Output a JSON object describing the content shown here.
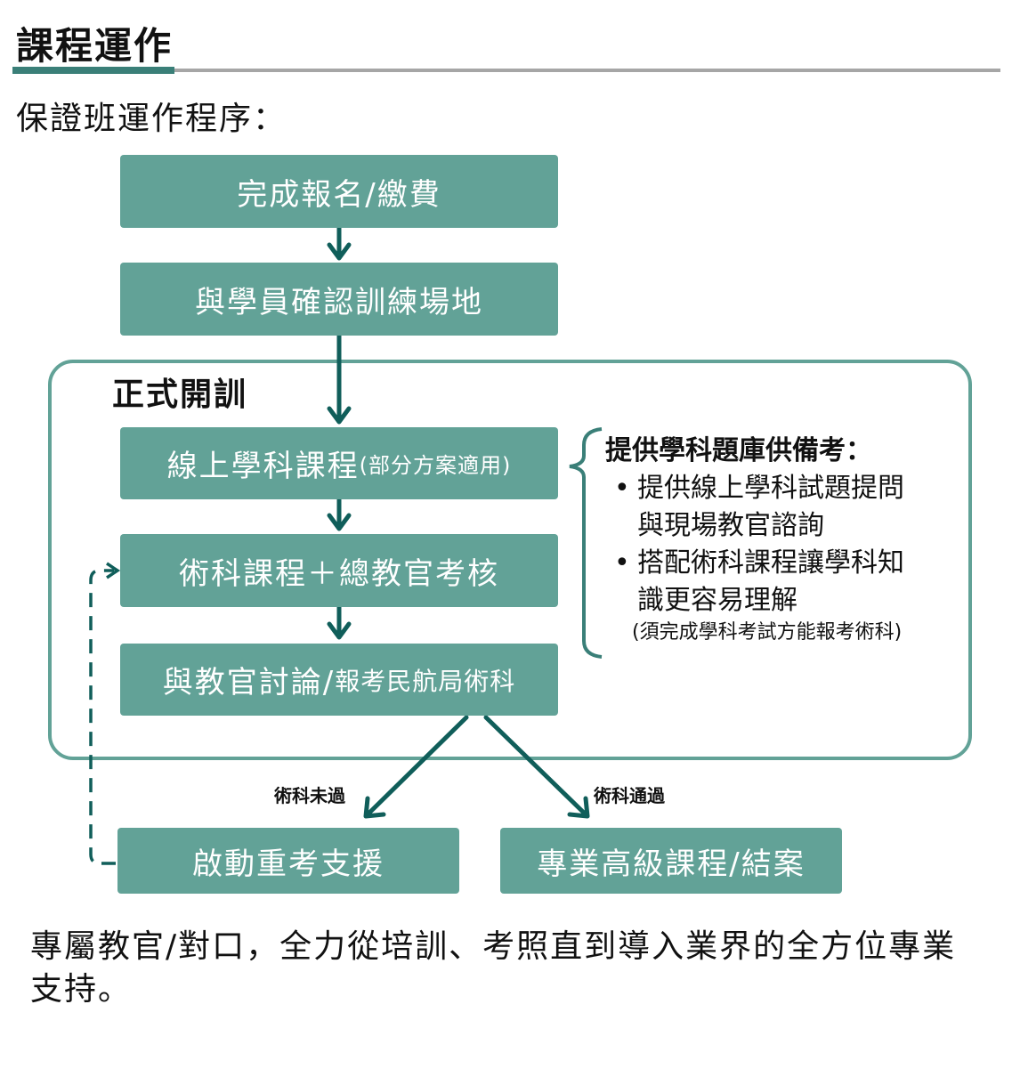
{
  "title": "課程運作",
  "subtitle": "保證班運作程序：",
  "steps": {
    "s1": "完成報名/繳費",
    "s2": "與學員確認訓練場地",
    "s3": "線上學科課程",
    "s3_note": "(部分方案適用)",
    "s4": "術科課程＋總教官考核",
    "s5": "與教官討論/",
    "s5_small": "報考民航局術科",
    "fail": "啟動重考支援",
    "pass": "專業高級課程/結案"
  },
  "frame_label": "正式開訓",
  "edges": {
    "fail_label": "術科未過",
    "pass_label": "術科通過"
  },
  "note": {
    "heading": "提供學科題庫供備考：",
    "items": [
      "提供線上學科試題提問與現場教官諮詢",
      "搭配術科課程讓學科知識更容易理解"
    ],
    "footnote": "(須完成學科考試方能報考術科)"
  },
  "footer": "專屬教官/對口，全力從培訓、考照直到導入業界的全方位專業支持。",
  "colors": {
    "box": "#62a297",
    "arrow": "#105e5a",
    "accent": "#3a7f78"
  }
}
